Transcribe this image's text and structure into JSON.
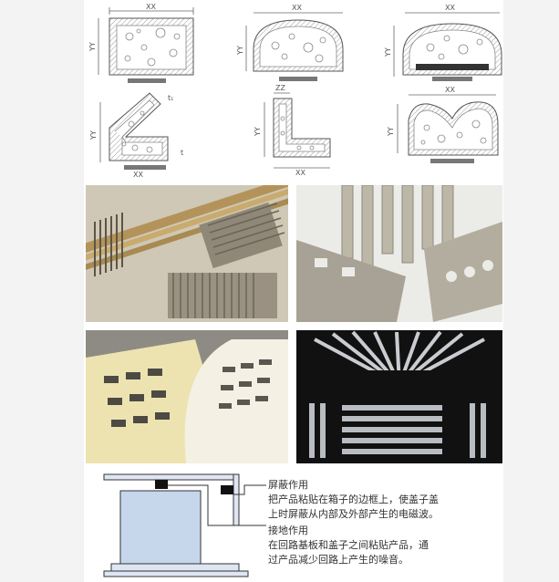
{
  "dimensions": {
    "xx": "XX",
    "yy": "YY",
    "zz": "ZZ",
    "t": "t",
    "t1": "t₁"
  },
  "shielding": {
    "title": "屏蔽作用",
    "line1": "把产品粘贴在箱子的边框上，使盖子盖",
    "line2": "上时屏蔽从内部及外部产生的电磁波。"
  },
  "grounding": {
    "title": "接地作用",
    "line1": "在回路基板和盖子之间粘贴产品，通",
    "line2": "过产品减少回路上产生的噪音。"
  }
}
